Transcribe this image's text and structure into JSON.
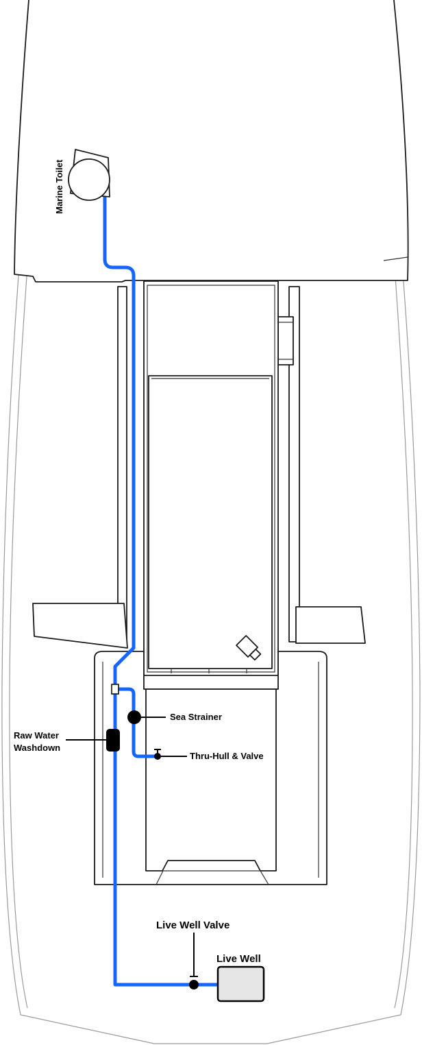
{
  "labels": {
    "marine_toilet": "Marine Toilet",
    "sea_strainer": "Sea Strainer",
    "thru_hull_valve": "Thru-Hull & Valve",
    "raw_water_line1": "Raw Water",
    "raw_water_line2": "Washdown",
    "live_well_valve": "Live Well Valve",
    "live_well": "Live Well"
  },
  "colors": {
    "plumbing_line": "#1565ff",
    "outline": "#1a1a1a",
    "hull_outline": "#9a9a9a",
    "live_well_fill": "#e6e6e6"
  }
}
